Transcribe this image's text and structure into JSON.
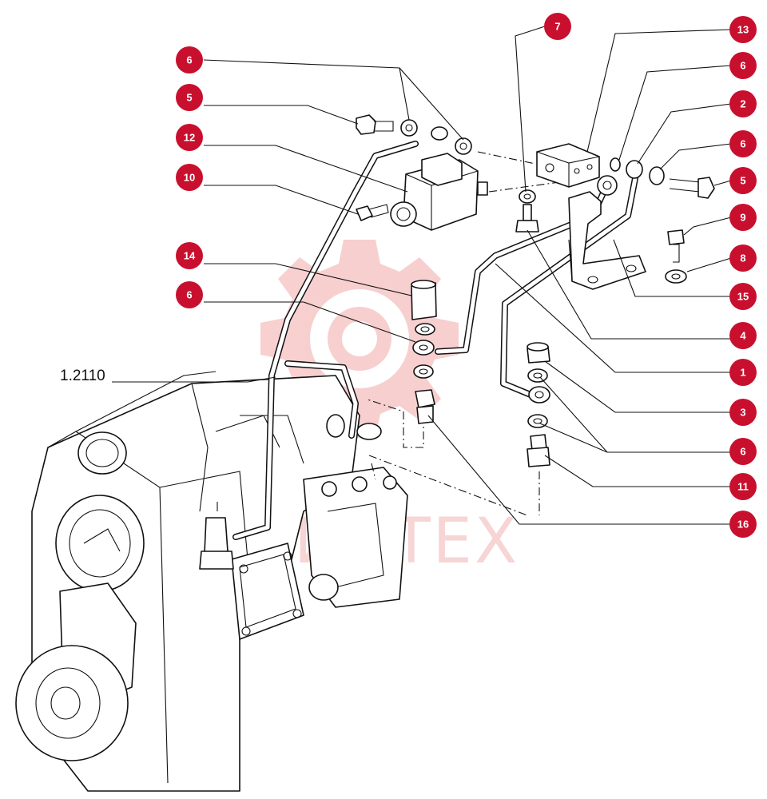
{
  "assembly_label": "1.2110",
  "watermark": {
    "text": "ИНТЕХ",
    "color": "#f2b3b3"
  },
  "badge_color": "#c8102e",
  "callouts": [
    {
      "id": "c-6a",
      "num": "6"
    },
    {
      "id": "c-5a",
      "num": "5"
    },
    {
      "id": "c-12",
      "num": "12"
    },
    {
      "id": "c-10",
      "num": "10"
    },
    {
      "id": "c-14",
      "num": "14"
    },
    {
      "id": "c-6b",
      "num": "6"
    },
    {
      "id": "c-7",
      "num": "7"
    },
    {
      "id": "c-13",
      "num": "13"
    },
    {
      "id": "c-6c",
      "num": "6"
    },
    {
      "id": "c-2",
      "num": "2"
    },
    {
      "id": "c-6d",
      "num": "6"
    },
    {
      "id": "c-5b",
      "num": "5"
    },
    {
      "id": "c-9",
      "num": "9"
    },
    {
      "id": "c-8",
      "num": "8"
    },
    {
      "id": "c-15",
      "num": "15"
    },
    {
      "id": "c-4",
      "num": "4"
    },
    {
      "id": "c-1",
      "num": "1"
    },
    {
      "id": "c-3",
      "num": "3"
    },
    {
      "id": "c-6e",
      "num": "6"
    },
    {
      "id": "c-11",
      "num": "11"
    },
    {
      "id": "c-16",
      "num": "16"
    }
  ]
}
